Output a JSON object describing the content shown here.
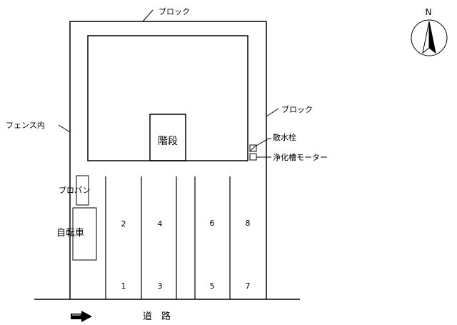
{
  "compass": {
    "north_label": "N"
  },
  "labels": {
    "block_top": "ブロック",
    "block_right": "ブロック",
    "fence_inside": "フェンス内",
    "stairs": "階段",
    "sprinkler_hydrant": "散水栓",
    "septic_tank_motor": "浄化槽モーター",
    "propane": "プロパン",
    "bicycle": "自転車",
    "road": "道　路"
  },
  "parking_spaces": {
    "front_row": [
      "1",
      "3",
      "5",
      "7"
    ],
    "back_row": [
      "2",
      "4",
      "6",
      "8"
    ]
  },
  "colors": {
    "line": "#000000",
    "background": "#ffffff"
  }
}
